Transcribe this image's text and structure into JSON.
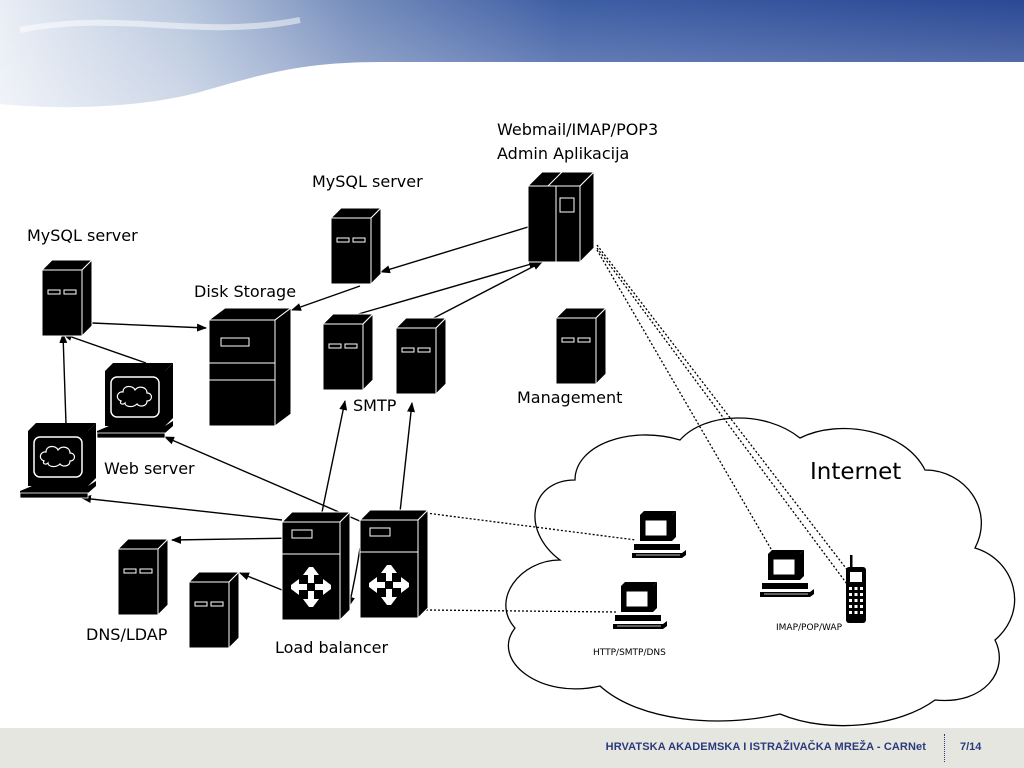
{
  "labels": {
    "webmail_line1": "Webmail/IMAP/POP3",
    "webmail_line2": "Admin Aplikacija",
    "mysql_top": "MySQL server",
    "mysql_left": "MySQL server",
    "disk_storage": "Disk Storage",
    "smtp": "SMTP",
    "management": "Management",
    "web_server": "Web server",
    "dns_ldap": "DNS/LDAP",
    "load_balancer": "Load balancer",
    "internet": "Internet",
    "http_clients": "HTTP/SMTP/DNS",
    "imap_clients": "IMAP/POP/WAP"
  },
  "footer": {
    "organization": "HRVATSKA AKADEMSKA I ISTRAŽIVAČKA MREŽA - CARNet",
    "page": "7/14"
  },
  "colors": {
    "header_dark_blue": "#1f3f8f",
    "footer_background": "#e6e6e1",
    "footer_text": "#2a3a7a"
  }
}
